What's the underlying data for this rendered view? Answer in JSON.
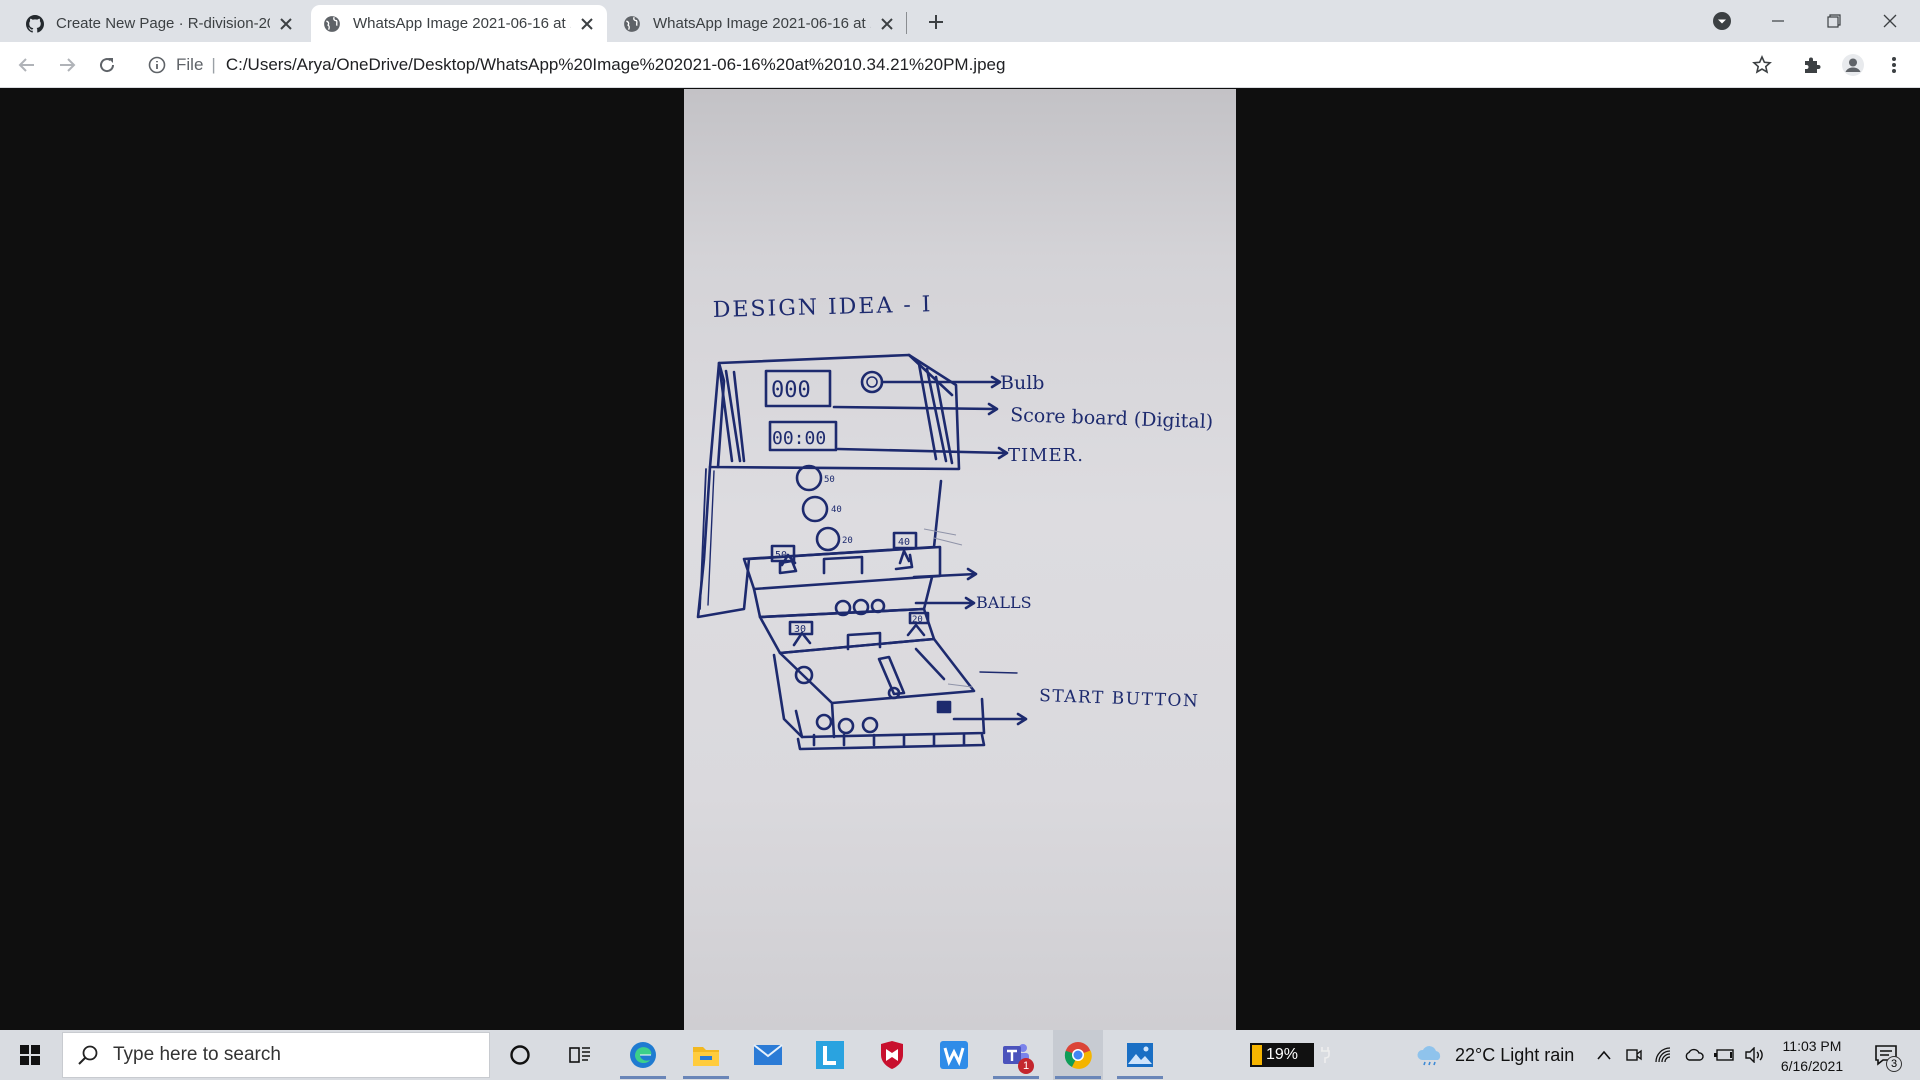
{
  "tabs": [
    {
      "title": "Create New Page · R-division-2021",
      "active": false,
      "favicon": "github-icon"
    },
    {
      "title": "WhatsApp Image 2021-06-16 at 10.34.21 PM.jpeg",
      "active": true,
      "favicon": "globe-icon"
    },
    {
      "title": "WhatsApp Image 2021-06-16 at 10.34.21 PM.jpeg",
      "active": false,
      "favicon": "globe-icon"
    }
  ],
  "toolbar": {
    "scheme_label": "File",
    "url": "C:/Users/Arya/OneDrive/Desktop/WhatsApp%20Image%202021-06-16%20at%2010.34.21%20PM.jpeg"
  },
  "sketch": {
    "heading": "DESIGN IDEA - I",
    "labels": {
      "bulb": "Bulb",
      "scoreboard": "Score board (Digital)",
      "timer": "TIMER.",
      "balls": "BALLS",
      "start": "START BUTTON"
    },
    "board_text": {
      "score": "000",
      "time": "00:00",
      "hole_1": "50",
      "hole_2": "40",
      "hole_3": "20",
      "left_pocket": "50",
      "right_pocket": "40",
      "lower_left": "30",
      "lower_right": "20"
    }
  },
  "taskbar": {
    "search_placeholder": "Type here to search",
    "teams_badge": "1",
    "battery": "19%",
    "weather": "22°C  Light rain",
    "time": "11:03 PM",
    "date": "6/16/2021",
    "notifications": "3"
  }
}
